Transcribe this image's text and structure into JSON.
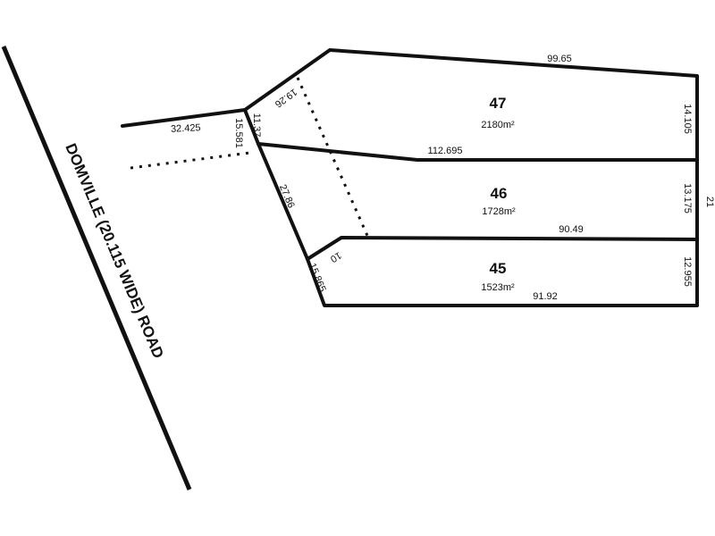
{
  "road": {
    "name": "DOMVILLE (20.115 WIDE) ROAD"
  },
  "lots": [
    {
      "number": "47",
      "area": "2180m²"
    },
    {
      "number": "46",
      "area": "1728m²"
    },
    {
      "number": "45",
      "area": "1523m²"
    }
  ],
  "dimensions": {
    "top": "99.65",
    "right_47": "14.105",
    "right_46": "13.175",
    "right_total": "21",
    "right_45": "12.955",
    "boundary_47_46": "112.695",
    "boundary_46_45": "90.49",
    "bottom_45": "91.92",
    "left_ext": "32.425",
    "frontage_upper": "15.581",
    "splay_47": "11.37",
    "diag_47": "19.26",
    "frontage_middle": "27.86",
    "splay_45": "10",
    "frontage_lower": "15.865"
  }
}
